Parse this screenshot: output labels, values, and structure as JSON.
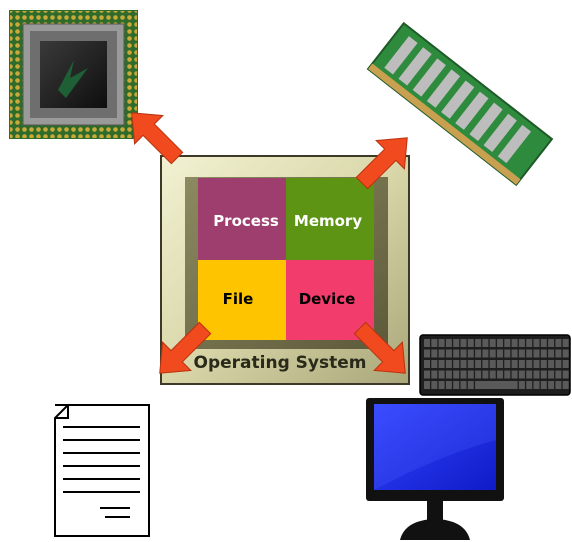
{
  "modules": {
    "process": "Process",
    "memory": "Memory",
    "file": "File",
    "device": "Device"
  },
  "os_label": "Operating System",
  "colors": {
    "process": "#9E3E6E",
    "memory": "#5E9413",
    "file": "#FFC400",
    "device": "#F23C6C",
    "frame": "#D8D6A8",
    "arrow": "#F04A1E",
    "monitor_screen": "#1E2EF2",
    "ram_board": "#2E8B3E",
    "cpu_pins": "#B59A2E"
  },
  "icons": {
    "cpu": "cpu-chip-icon",
    "ram": "ram-module-icon",
    "document": "document-icon",
    "keyboard": "keyboard-icon",
    "monitor": "monitor-icon"
  }
}
